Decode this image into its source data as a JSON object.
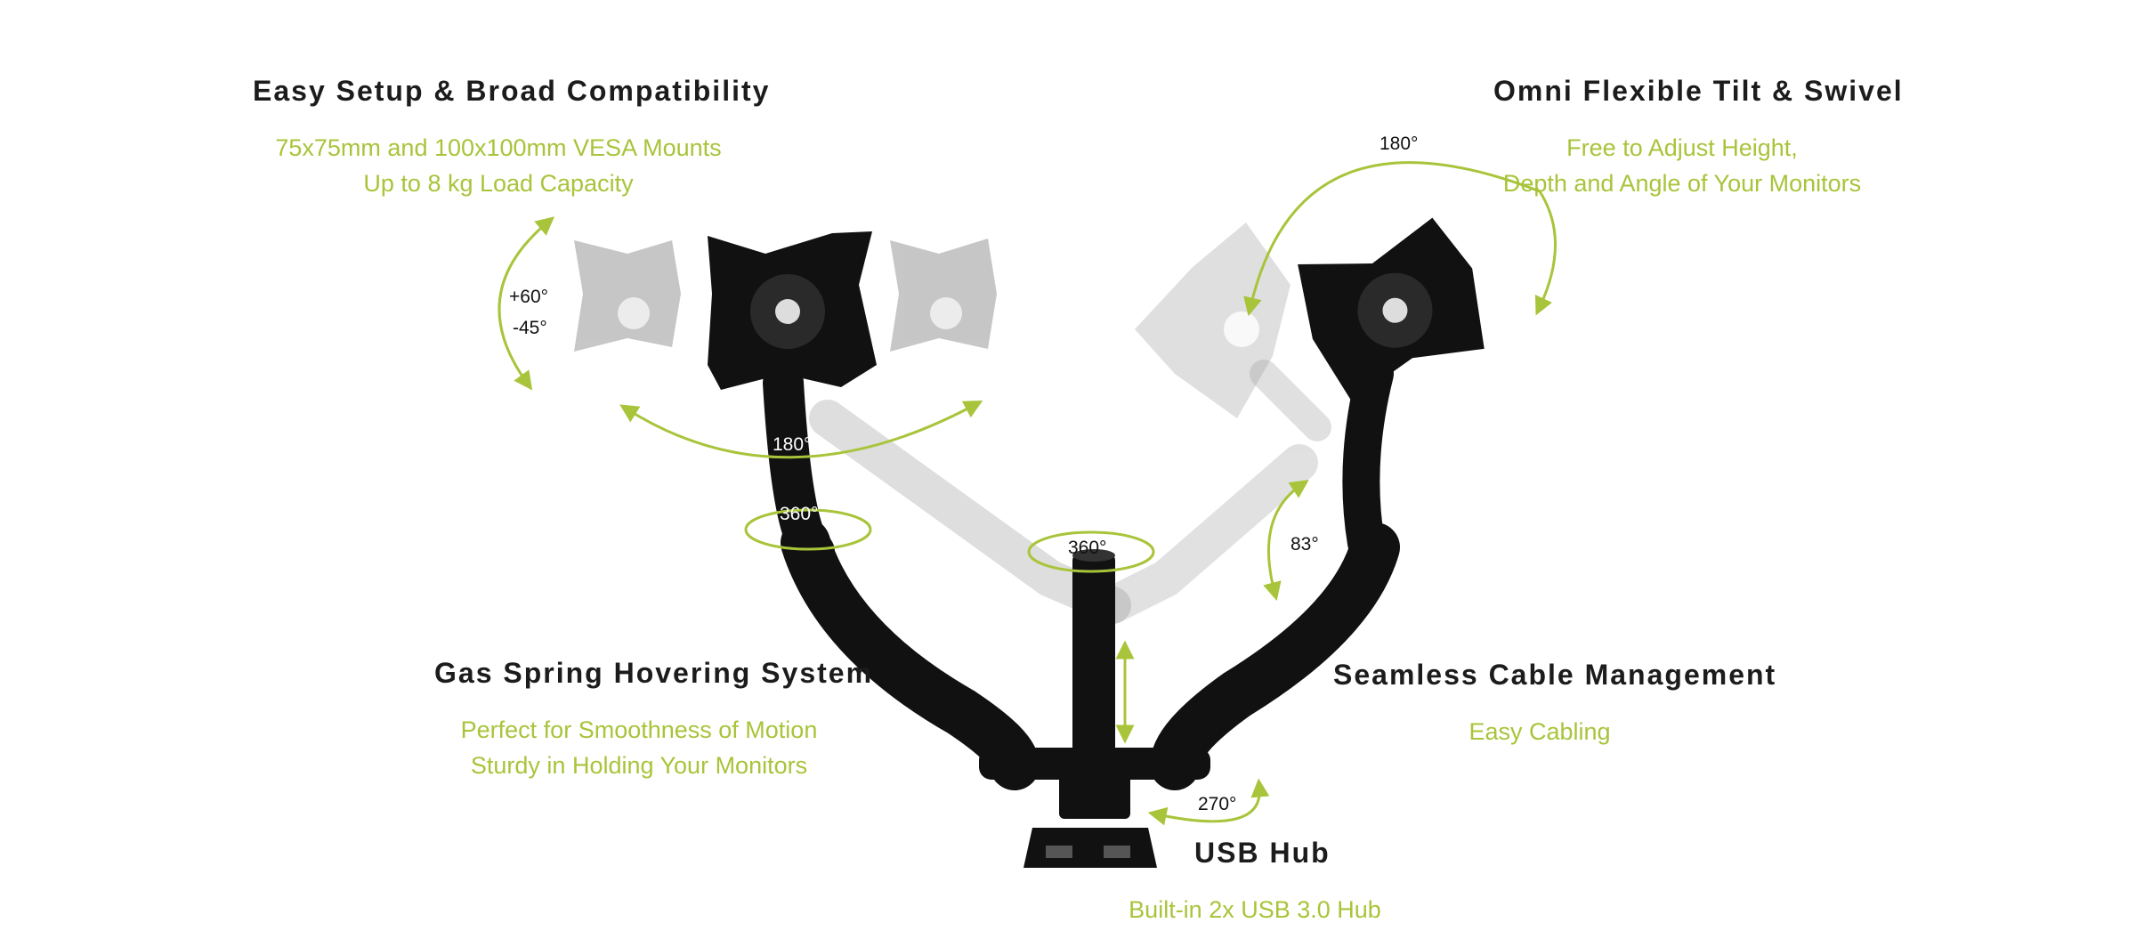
{
  "features": {
    "setup": {
      "title": "Easy Setup & Broad Compatibility",
      "line1": "75x75mm and 100x100mm VESA Mounts",
      "line2": "Up to 8 kg Load Capacity"
    },
    "tilt": {
      "title": "Omni Flexible Tilt & Swivel",
      "line1": "Free to Adjust Height,",
      "line2": "Depth and Angle of Your Monitors"
    },
    "gas": {
      "title": "Gas Spring Hovering System",
      "line1": "Perfect for Smoothness of Motion",
      "line2": "Sturdy in Holding Your Monitors"
    },
    "cable": {
      "title": "Seamless Cable Management",
      "line1": "Easy Cabling"
    },
    "usb": {
      "title": "USB Hub",
      "line1": "Built-in 2x USB 3.0 Hub"
    }
  },
  "angles": {
    "tilt_up": "+60°",
    "tilt_down": "-45°",
    "swivel_left": "180°",
    "rotate_right": "180°",
    "arm_left": "360°",
    "pole": "360°",
    "arm_right_tilt": "83°",
    "base": "270°"
  },
  "colors": {
    "accent": "#a8c43a",
    "arm": "#111111",
    "ghost": "#c8c8c8",
    "heading": "#1c1c1c"
  }
}
